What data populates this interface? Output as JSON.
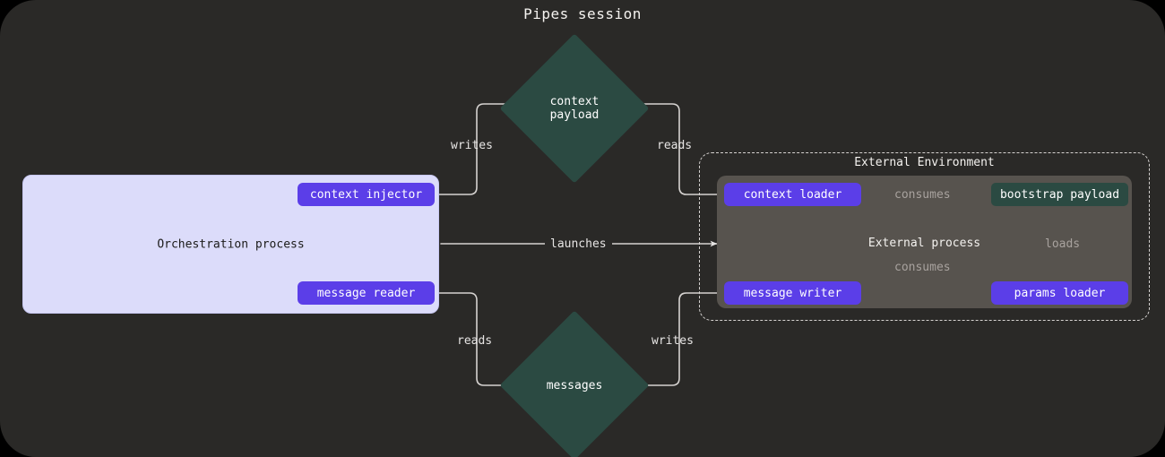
{
  "title": "Pipes session",
  "colors": {
    "canvas_bg": "#2a2927",
    "orchestration_panel": "#dcdcfa",
    "pill": "#5b3ee8",
    "teal_node": "#2b4a42",
    "external_process_panel": "#57534e",
    "edge_stroke": "#d6d3d1",
    "label_dim": "#a8a29e"
  },
  "groups": {
    "orchestration": {
      "label": "Orchestration process"
    },
    "external_environment": {
      "label": "External Environment"
    },
    "external_process": {
      "label": "External process"
    }
  },
  "nodes": {
    "context_injector": "context injector",
    "message_reader": "message reader",
    "context_loader": "context loader",
    "message_writer": "message writer",
    "params_loader": "params loader",
    "bootstrap_payload": "bootstrap payload",
    "context_payload": "context\npayload",
    "messages": "messages"
  },
  "edges": {
    "writes_context": "writes",
    "reads_context": "reads",
    "launches": "launches",
    "reads_messages": "reads",
    "writes_messages": "writes",
    "consumes_top": "consumes",
    "consumes_bottom": "consumes",
    "loads": "loads"
  }
}
